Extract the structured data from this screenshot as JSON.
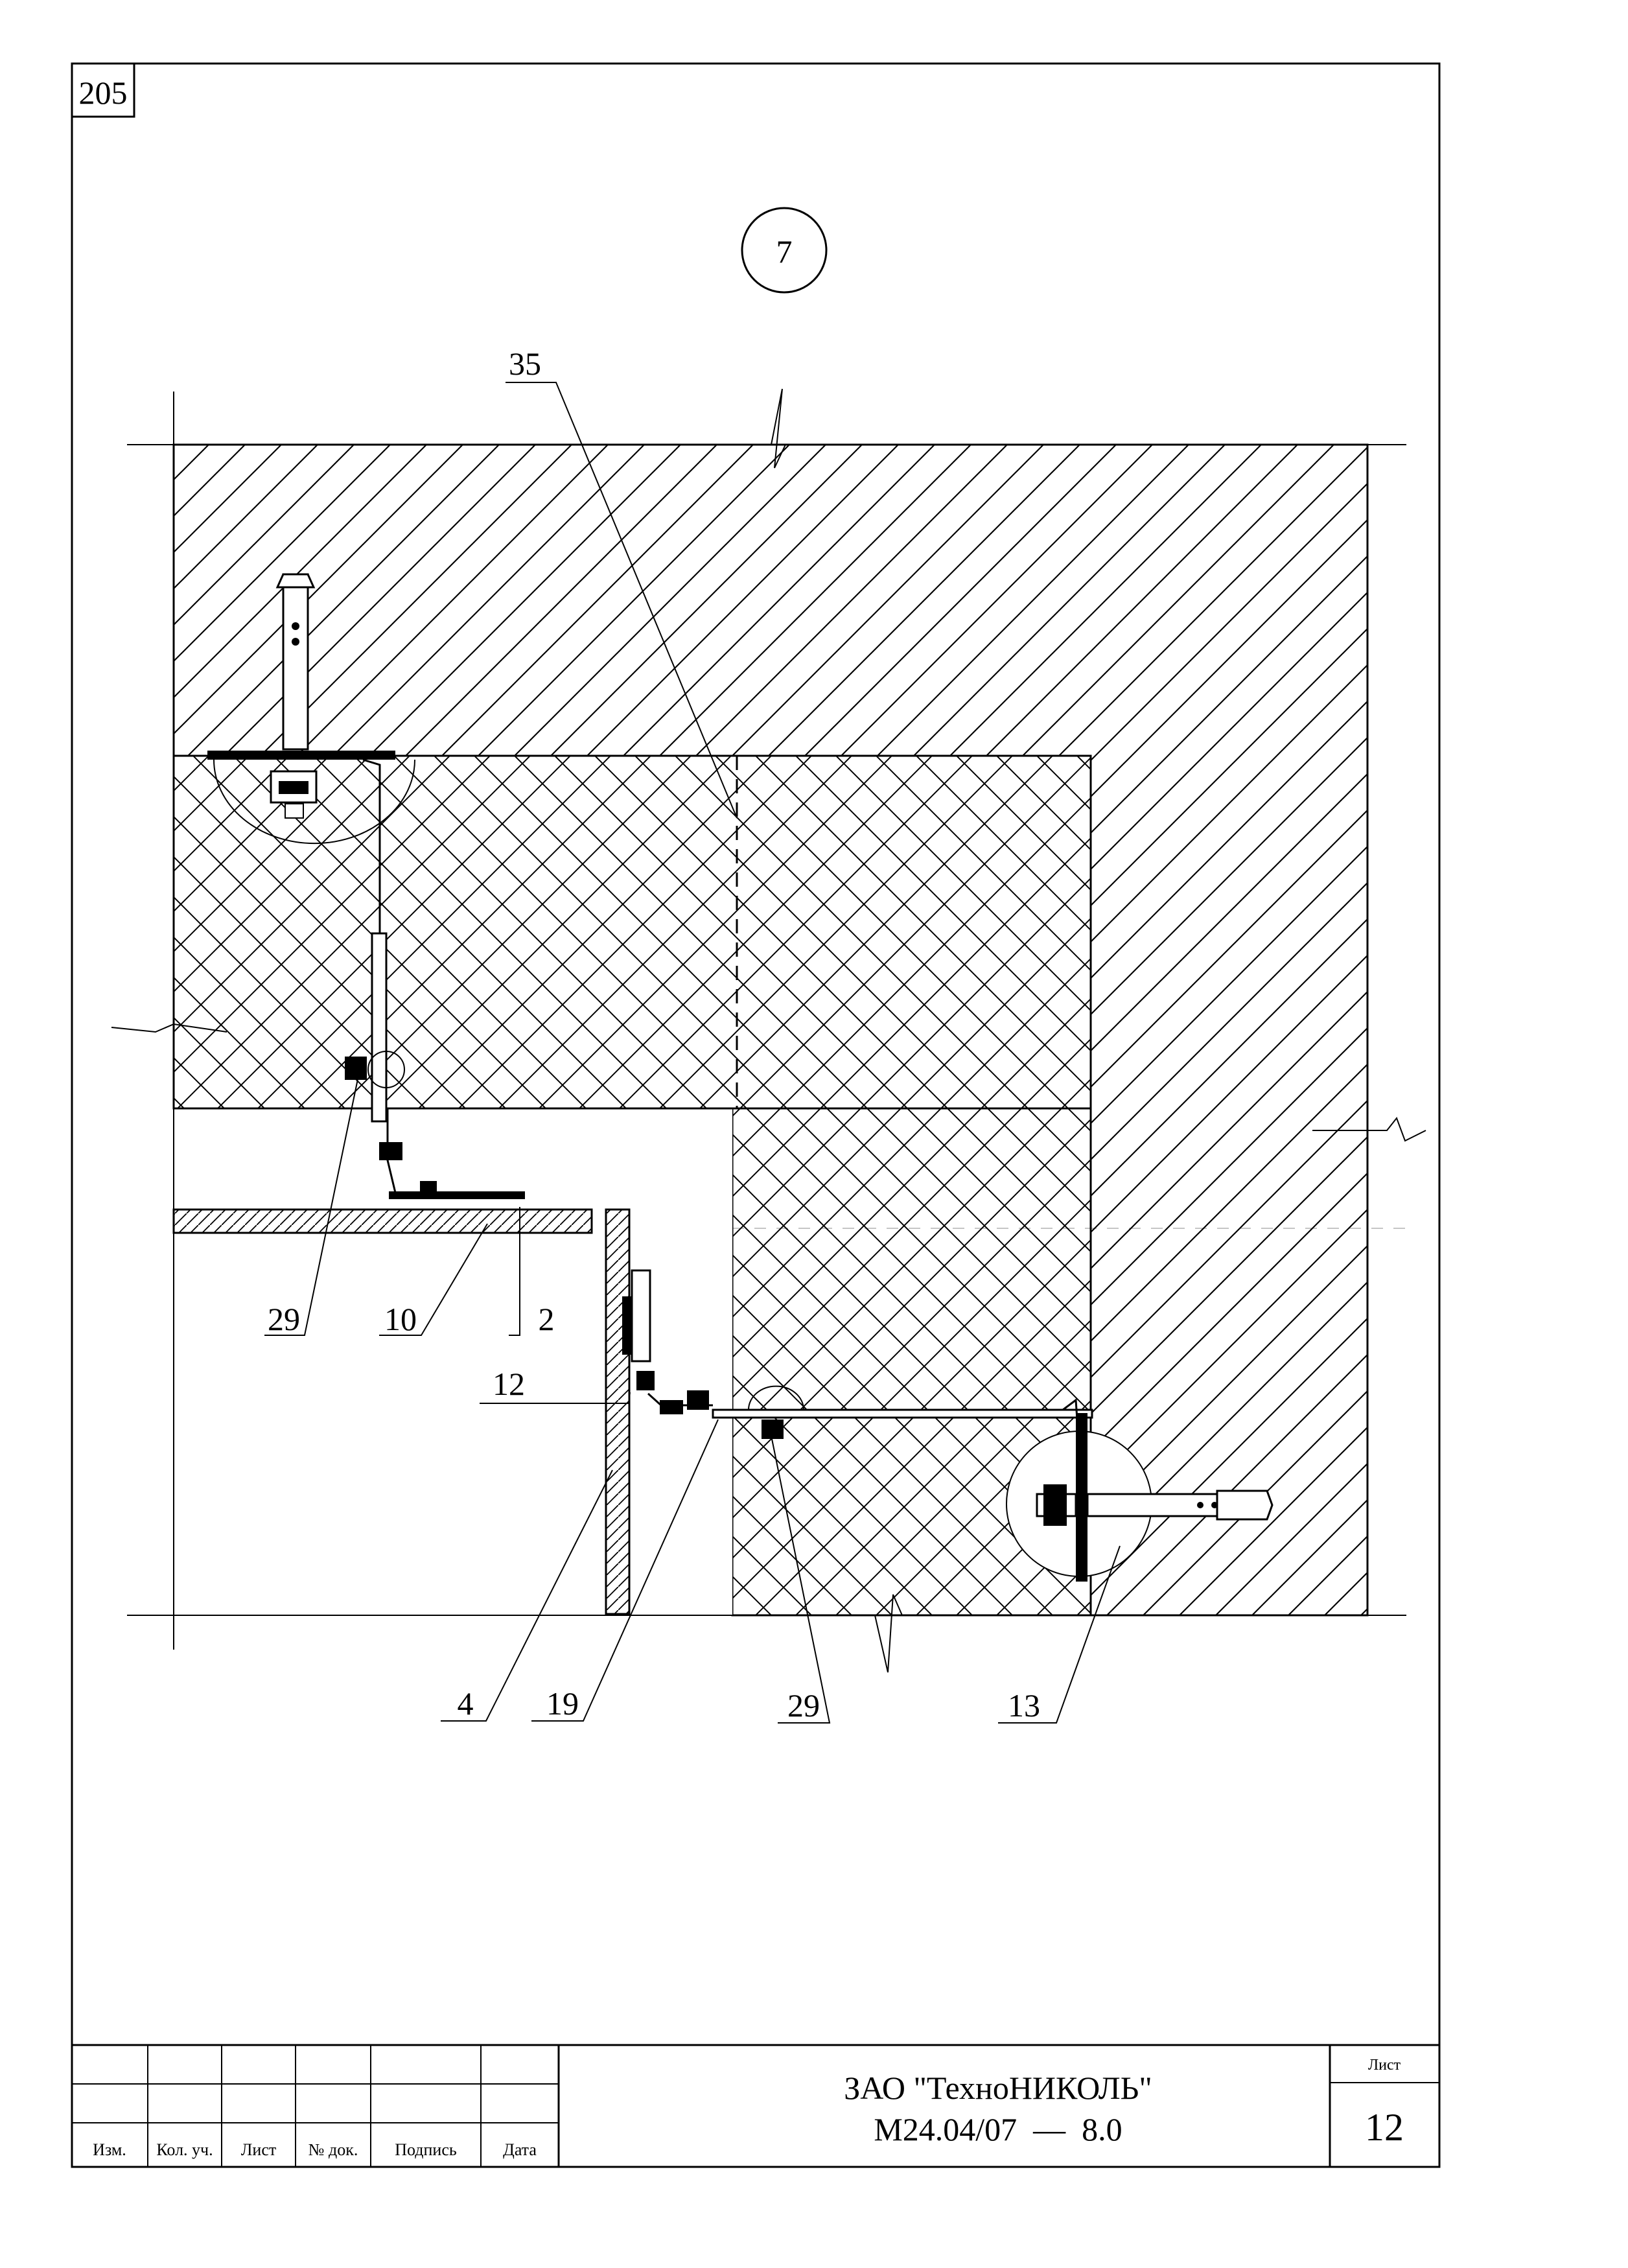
{
  "page_number": "205",
  "detail_number": "7",
  "callouts": [
    "35",
    "29",
    "10",
    "2",
    "12",
    "4",
    "19",
    "29",
    "13"
  ],
  "title_block": {
    "columns": [
      "Изм.",
      "Кол. уч.",
      "Лист",
      "№ док.",
      "Подпись",
      "Дата"
    ],
    "company": "ЗАО \"ТехноНИКОЛЬ\"",
    "code": "М24.04/07  —  8.0",
    "sheet_label": "Лист",
    "sheet_number": "12"
  }
}
